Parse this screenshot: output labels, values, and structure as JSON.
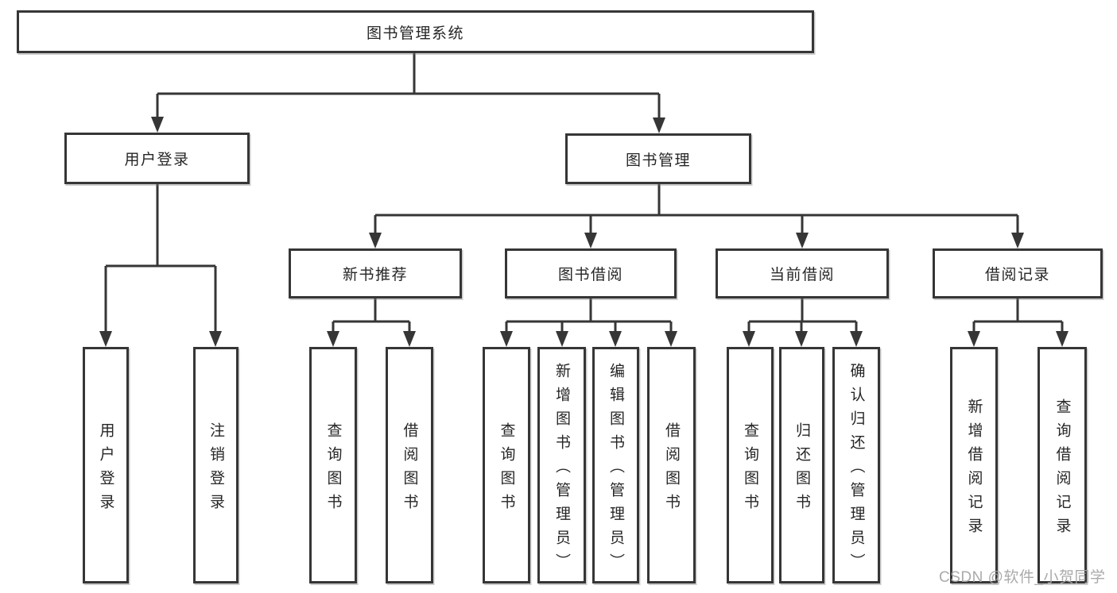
{
  "colors": {
    "line": "#363636",
    "box_border": "#363636",
    "box_fill": "#ffffff",
    "text": "#262626",
    "background": "#ffffff",
    "watermark": "#a5a5a5"
  },
  "watermark": {
    "text": "CSDN @软件_小贺同学"
  },
  "tree": {
    "root": {
      "label": "图书管理系统"
    },
    "branches": [
      {
        "label": "用户登录",
        "leaves": [
          {
            "label": "用户登录"
          },
          {
            "label": "注销登录"
          }
        ]
      },
      {
        "label": "图书管理",
        "sections": [
          {
            "label": "新书推荐",
            "leaves": [
              {
                "label": "查询图书"
              },
              {
                "label": "借阅图书"
              }
            ]
          },
          {
            "label": "图书借阅",
            "leaves": [
              {
                "label": "查询图书"
              },
              {
                "label": "新增图书（管理员）"
              },
              {
                "label": "编辑图书（管理员）"
              },
              {
                "label": "借阅图书"
              }
            ]
          },
          {
            "label": "当前借阅",
            "leaves": [
              {
                "label": "查询图书"
              },
              {
                "label": "归还图书"
              },
              {
                "label": "确认归还（管理员）"
              }
            ]
          },
          {
            "label": "借阅记录",
            "leaves": [
              {
                "label": "新增借阅记录"
              },
              {
                "label": "查询借阅记录"
              }
            ]
          }
        ]
      }
    ]
  }
}
